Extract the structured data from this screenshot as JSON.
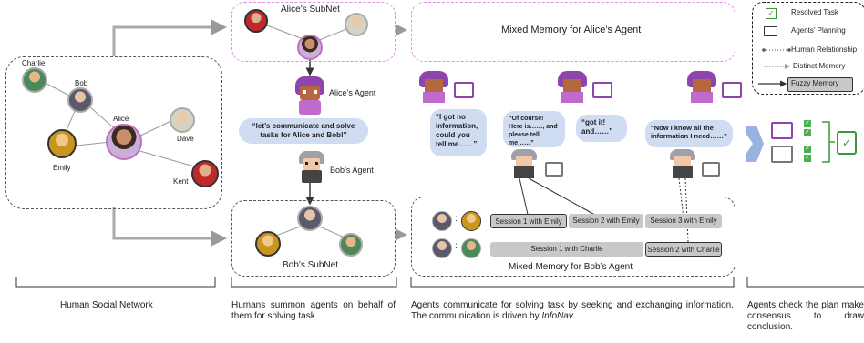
{
  "social": {
    "names": {
      "charlie": "Charlie",
      "bob": "Bob",
      "alice": "Alice",
      "dave": "Dave",
      "emily": "Emily",
      "kent": "Kent"
    },
    "caption": "Human Social Network"
  },
  "subnets": {
    "alice_title": "Alice’s SubNet",
    "bob_title": "Bob’s SubNet",
    "alice_agent": "Alice’s Agent",
    "bob_agent": "Bob’s Agent",
    "request_bubble": "“let’s communicate and solve tasks for Alice and Bob!”",
    "caption": "Humans summon agents on behalf of them for solving task."
  },
  "memory": {
    "alice_title": "Mixed Memory  for Alice’s Agent",
    "bob_title": "Mixed Memory for Bob’s Agent",
    "bubbles": [
      "“I got no information, could you tell me……”",
      "“Of course! Here is……, and please tell me……”",
      "“got it! and……”",
      "“Now I know all the information I need……”"
    ],
    "sessions_row1": [
      "Session 1 with Emily",
      "Session 2 with Emily",
      "Session 3 with Emily"
    ],
    "sessions_row2": [
      "Session 1 with Charlie",
      "Session 2 with Charlie"
    ],
    "colon": ":",
    "caption_main": "Agents communicate for solving task by seeking and exchanging information. The communication is driven by ",
    "caption_emph": "InfoNav",
    "caption_end": "."
  },
  "legend": {
    "resolved": "Resolved Task",
    "planning": "Agents’ Planning",
    "relationship": "Human Relationship",
    "distinct": "Distinct Memory",
    "fuzzy": "Fuzzy Memory"
  },
  "consensus": {
    "caption": "Agents check the plan make consensus to draw conclusion."
  },
  "colors": {
    "pink": "#e58be5",
    "bubble": "#cfdcf2",
    "arrow_blue": "#8eaadb",
    "check_green": "#4caf50",
    "agent_purple": "#8e44ad",
    "session_gray": "#c8c8c8"
  }
}
